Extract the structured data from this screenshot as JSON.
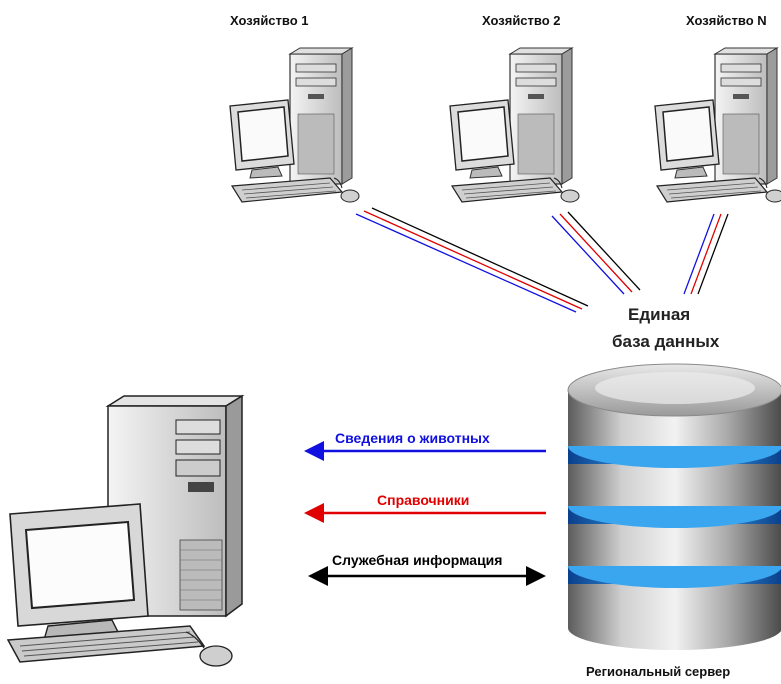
{
  "farms": [
    {
      "label": "Хозяйство 1"
    },
    {
      "label": "Хозяйство 2"
    },
    {
      "label": "Хозяйство N"
    }
  ],
  "database": {
    "line1": "Единая",
    "line2": "база данных"
  },
  "flows": [
    {
      "label": "Сведения о животных",
      "color": "#1010e0",
      "direction": "to-client"
    },
    {
      "label": "Справочники",
      "color": "#e00000",
      "direction": "to-client"
    },
    {
      "label": "Служебная информация",
      "color": "#000000",
      "direction": "both"
    }
  ],
  "server": {
    "label": "Региональный сервер"
  },
  "colors": {
    "blue": "#1010e0",
    "red": "#e00000",
    "black": "#000000",
    "db_glow": "#1a8ff0"
  }
}
